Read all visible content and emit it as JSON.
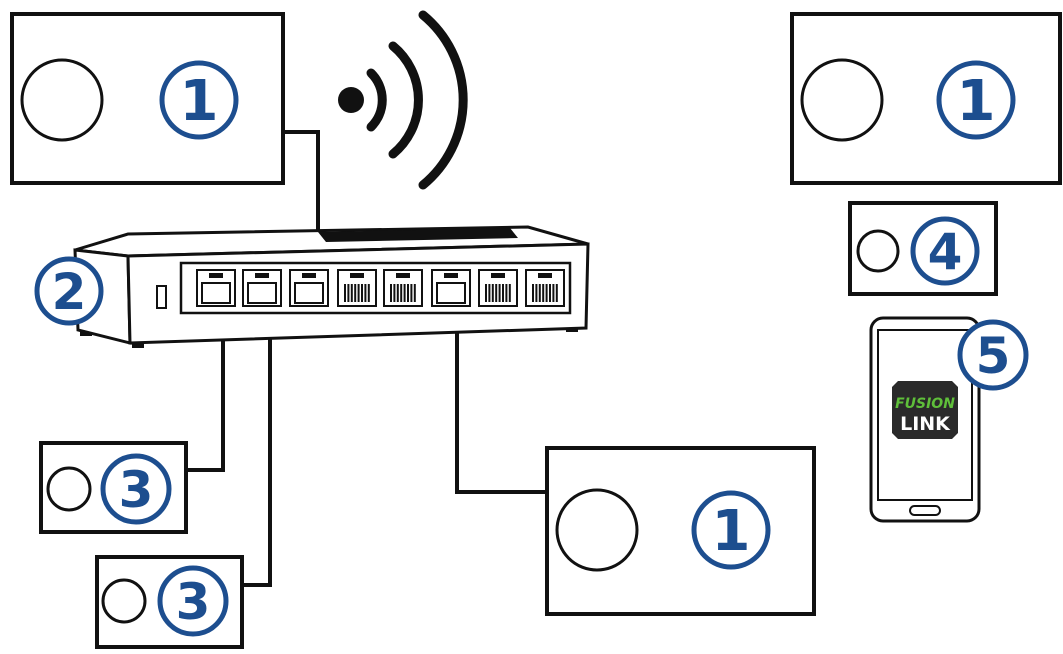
{
  "callouts": {
    "stereo_top_left": "1",
    "stereo_top_right": "1",
    "stereo_bottom": "1",
    "switch": "2",
    "device_a": "3",
    "device_b": "3",
    "device_small": "4",
    "phone": "5"
  },
  "app_logo": {
    "line1": "FUSION",
    "line2": "LINK"
  },
  "colors": {
    "callout": "#1d4e8f",
    "outline": "#111111",
    "logo_bg": "#2a2a2a",
    "logo_accent": "#5fbf3a"
  }
}
